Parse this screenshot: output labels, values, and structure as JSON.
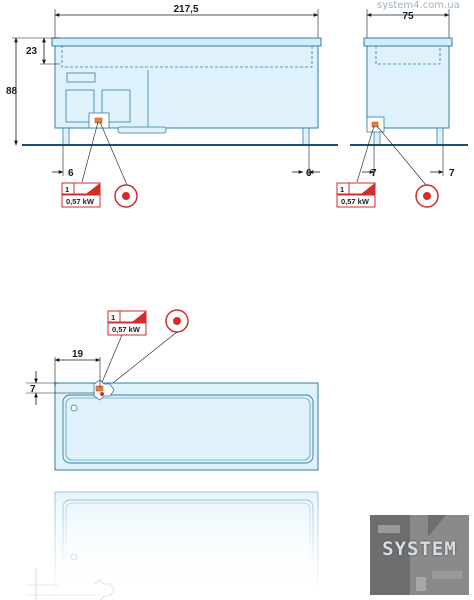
{
  "watermark": "system4.com.ua",
  "front_view": {
    "width_dim": "217,5",
    "top_dim": "23",
    "height_dim": "88",
    "left_offset_dim": "6",
    "right_offset_dim": "6",
    "connection": {
      "phase": "1",
      "power": "0,57 kW"
    }
  },
  "side_view": {
    "width_dim": "75",
    "left_offset_dim": "7",
    "right_offset_dim": "7",
    "connection": {
      "phase": "1",
      "power": "0,57 kW"
    }
  },
  "top_view": {
    "left_offset_dim": "19",
    "top_offset_dim": "7",
    "connection": {
      "phase": "1",
      "power": "0,57 kW"
    }
  },
  "logo": {
    "text": "SYSTEM"
  },
  "colors": {
    "body_fill": "#dff2fb",
    "outline": "#2f7fa8",
    "floor": "#1f4f6d",
    "red": "#d42b2b",
    "dim_line": "#1a1a1a"
  }
}
